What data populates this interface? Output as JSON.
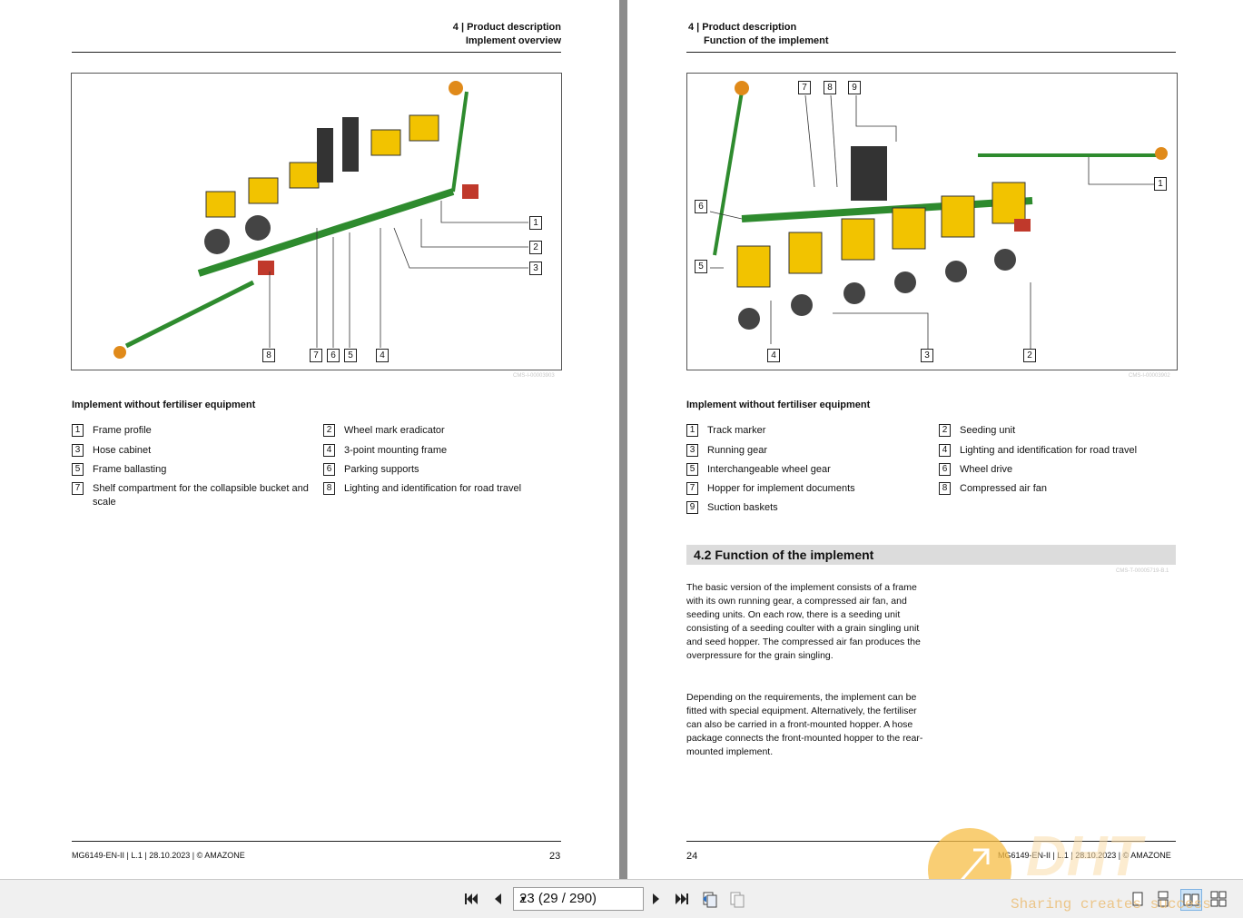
{
  "left_page": {
    "header_line1": "4 | Product description",
    "header_line2": "Implement overview",
    "figure_id": "CMS-I-00003903",
    "caption": "Implement without fertiliser equipment",
    "callouts": [
      "1",
      "2",
      "3",
      "4",
      "5",
      "6",
      "7",
      "8"
    ],
    "legend": [
      {
        "n": "1",
        "text": "Frame profile"
      },
      {
        "n": "2",
        "text": "Wheel mark eradicator"
      },
      {
        "n": "3",
        "text": "Hose cabinet"
      },
      {
        "n": "4",
        "text": "3-point mounting frame"
      },
      {
        "n": "5",
        "text": "Frame ballasting"
      },
      {
        "n": "6",
        "text": "Parking supports"
      },
      {
        "n": "7",
        "text": "Shelf compartment for the collapsible bucket and scale"
      },
      {
        "n": "8",
        "text": "Lighting and identification for road travel"
      }
    ],
    "footer": "MG6149-EN-II | L.1 | 28.10.2023 | © AMAZONE",
    "page_number": "23"
  },
  "right_page": {
    "header_line1": "4 | Product description",
    "header_line2": "Function of the implement",
    "figure_id": "CMS-I-00003902",
    "caption": "Implement without fertiliser equipment",
    "callouts": [
      "1",
      "2",
      "3",
      "4",
      "5",
      "6",
      "7",
      "8",
      "9"
    ],
    "legend": [
      {
        "n": "1",
        "text": "Track marker"
      },
      {
        "n": "2",
        "text": "Seeding unit"
      },
      {
        "n": "3",
        "text": "Running gear"
      },
      {
        "n": "4",
        "text": "Lighting and identification for road travel"
      },
      {
        "n": "5",
        "text": "Interchangeable wheel gear"
      },
      {
        "n": "6",
        "text": "Wheel drive"
      },
      {
        "n": "7",
        "text": "Hopper for implement documents"
      },
      {
        "n": "8",
        "text": "Compressed air fan"
      },
      {
        "n": "9",
        "text": "Suction baskets"
      }
    ],
    "section_title": "4.2  Function of the implement",
    "section_id": "CMS-T-00005719-B.1",
    "paragraph1": "The basic version of the implement consists of a frame with its own running gear, a compressed air fan, and seeding units. On each row, there is a seeding unit consisting of a seeding coulter with a grain singling unit and seed hopper. The compressed air fan produces the overpressure for the grain singling.",
    "paragraph2": "Depending on the requirements, the implement can be fitted with special equipment. Alternatively, the fertiliser can also be carried in a front-mounted hopper. A hose package connects the front-mounted hopper to the rear-mounted implement.",
    "page_number": "24",
    "footer": "MG6149-EN-II | L.1 | 28.10.2023 | © AMAZONE"
  },
  "toolbar": {
    "page_field": "23 (29 / 290)",
    "icons": [
      "first-page-icon",
      "previous-page-icon",
      "next-page-icon",
      "last-page-icon",
      "previous-view-icon",
      "next-view-icon",
      "single-page-view-icon",
      "continuous-view-icon",
      "facing-view-icon",
      "continuous-facing-view-icon"
    ]
  },
  "watermark": {
    "brand": "DHT",
    "slogan": "Sharing creates success"
  },
  "colors": {
    "machine_green": "#2e8b2e",
    "hopper_yellow": "#f2c300",
    "section_bar": "#dcdcdc",
    "viewer_bg": "#9a9a9a"
  }
}
